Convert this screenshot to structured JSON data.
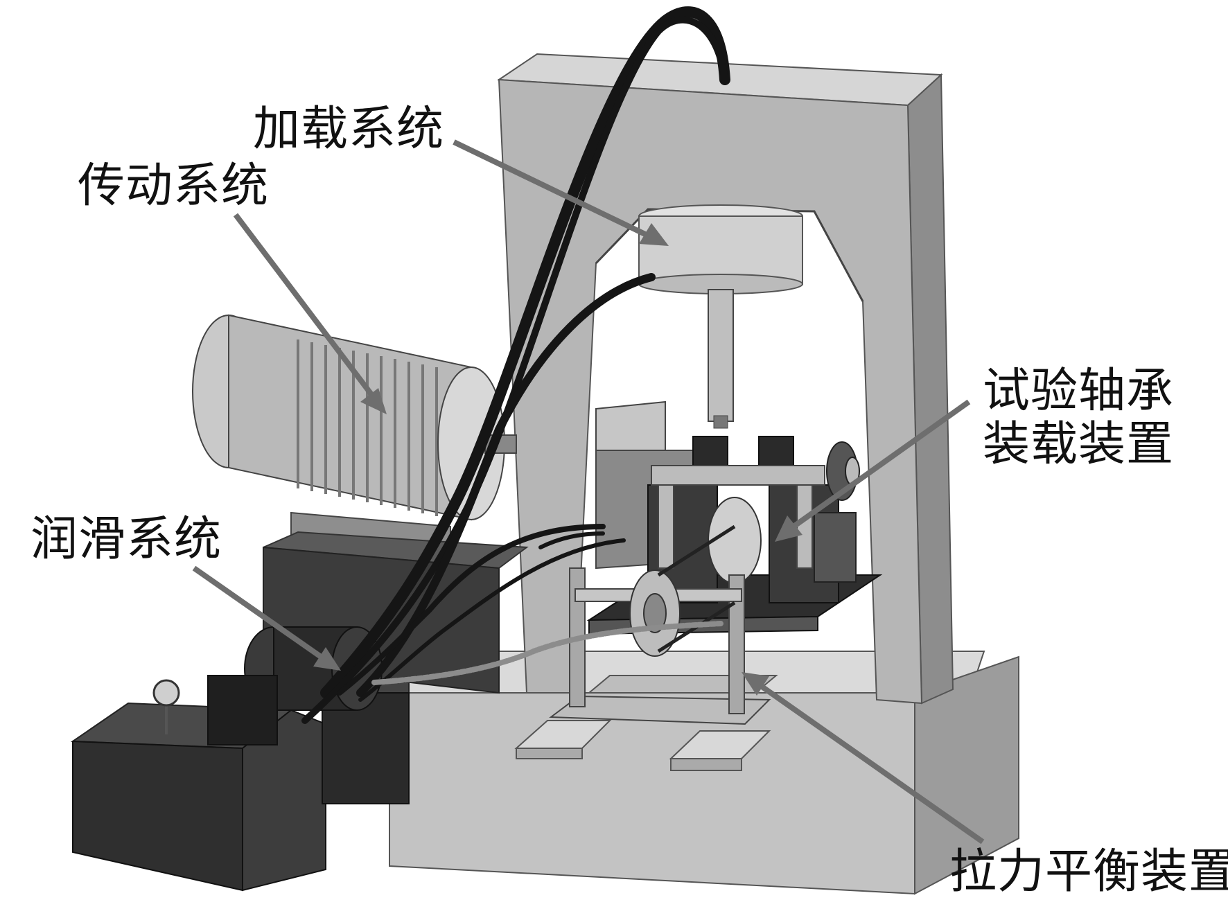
{
  "labels": {
    "loading_system": "加载系统",
    "transmission_system": "传动系统",
    "test_bearing_mount_line1": "试验轴承",
    "test_bearing_mount_line2": "装载装置",
    "lubrication_system": "润滑系统",
    "tension_balance_device": "拉力平衡装置"
  },
  "colors": {
    "frame_front": "#b4b4b4",
    "frame_side": "#8a8a8a",
    "frame_top": "#d4d4d4",
    "dark_block": "#3a3a3a",
    "pointer": "#6e6e6e",
    "cable": "#151515"
  }
}
